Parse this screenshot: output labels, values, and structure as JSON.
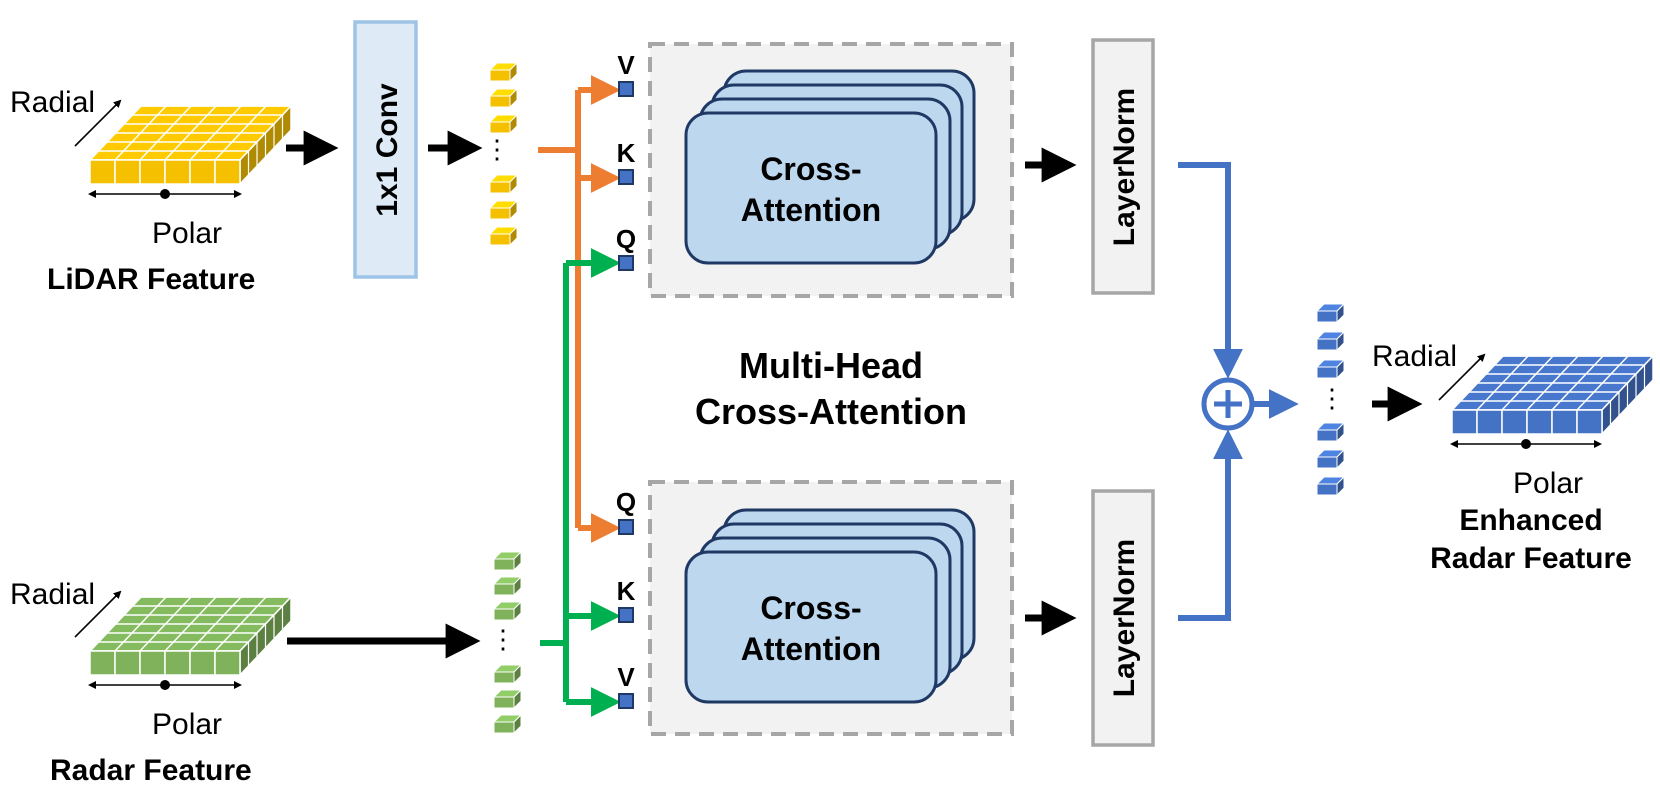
{
  "lidar": {
    "radial": "Radial",
    "polar": "Polar",
    "name": "LiDAR Feature"
  },
  "radar": {
    "radial": "Radial",
    "polar": "Polar",
    "name": "Radar Feature"
  },
  "enhanced": {
    "radial": "Radial",
    "polar": "Polar",
    "name_line1": "Enhanced",
    "name_line2": "Radar Feature"
  },
  "conv": "1x1 Conv",
  "mhca_title_line1": "Multi-Head",
  "mhca_title_line2": "Cross-Attention",
  "top_attention": {
    "line1": "Cross-",
    "line2": "Attention",
    "inputs": [
      "V",
      "K",
      "Q"
    ]
  },
  "bottom_attention": {
    "line1": "Cross-",
    "line2": "Attention",
    "inputs": [
      "Q",
      "K",
      "V"
    ]
  },
  "layernorm_top": "LayerNorm",
  "layernorm_bottom": "LayerNorm",
  "ellipsis": "⋮",
  "colors": {
    "lidar": "#f5c000",
    "radar": "#7fb25a",
    "enhanced": "#4472c4",
    "orange": "#ed7d31",
    "green": "#00b050",
    "blue": "#4472c4",
    "attn_fill": "#bdd7ee",
    "attn_stroke": "#1f3864",
    "conv_fill": "#deebf7",
    "conv_stroke": "#9dc3e6"
  }
}
